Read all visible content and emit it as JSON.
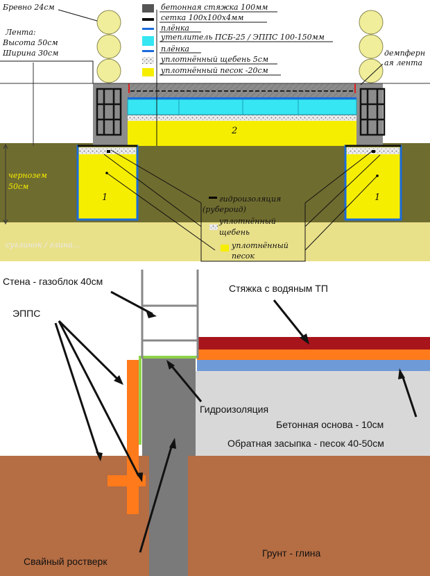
{
  "top": {
    "log_label": "Бревно 24см",
    "strip_title": "Лента:",
    "strip_height": "Высота 50см",
    "strip_width": "Ширина 30см",
    "legend": [
      {
        "label": "бетонная стяжка 100мм",
        "swatch": "concrete"
      },
      {
        "label": "сетка 100х100х4мм",
        "swatch": "mesh"
      },
      {
        "label": "плёнка",
        "swatch": "film"
      },
      {
        "label": "утеплитель ПСБ-25 / ЭППС 100-150мм",
        "swatch": "insulation"
      },
      {
        "label": "плёнка",
        "swatch": "film"
      },
      {
        "label": "уплотнённый щебень 5см",
        "swatch": "gravel"
      },
      {
        "label": "уплотнённый песок -20см",
        "swatch": "sand"
      }
    ],
    "damper_line1": "демпферн",
    "damper_line2": "ая лента",
    "soil_line1": "чернозем",
    "soil_line2": "50см",
    "clay": "суглинок / глина...",
    "num1": "1",
    "num2": "2",
    "waterproof_line1": "гидроизоляция",
    "waterproof_line2": "(рубероид)",
    "gravel_line1": "уплотнённый",
    "gravel_line2": "щебень",
    "sand_line1": "уплотнённый",
    "sand_line2": "песок"
  },
  "bottom": {
    "wall": "Стена - газоблок 40см",
    "screed": "Стяжка с водяным ТП",
    "epps": "ЭППС",
    "waterproofing": "Гидроизоляция",
    "concrete_base": "Бетонная основа - 10см",
    "backfill": "Обратная засыпка  - песок 40-50см",
    "pile": "Свайный ростверк",
    "ground": "Грунт - глина"
  },
  "colors": {
    "soil_dark": "#6f6c2f",
    "clay_top": "#e9e08a",
    "sand": "#f6ee00",
    "concrete": "#8c8c8c",
    "insulation": "#36e6f2",
    "log": "#f0ee9a",
    "ground": "#b56d43",
    "screed_red": "#a8141c",
    "epps_orange": "#ff7a1a",
    "waterproof_green": "#8fd24c",
    "blue_layer": "#6f9ad8",
    "backfill_grey": "#d8d8d8"
  }
}
